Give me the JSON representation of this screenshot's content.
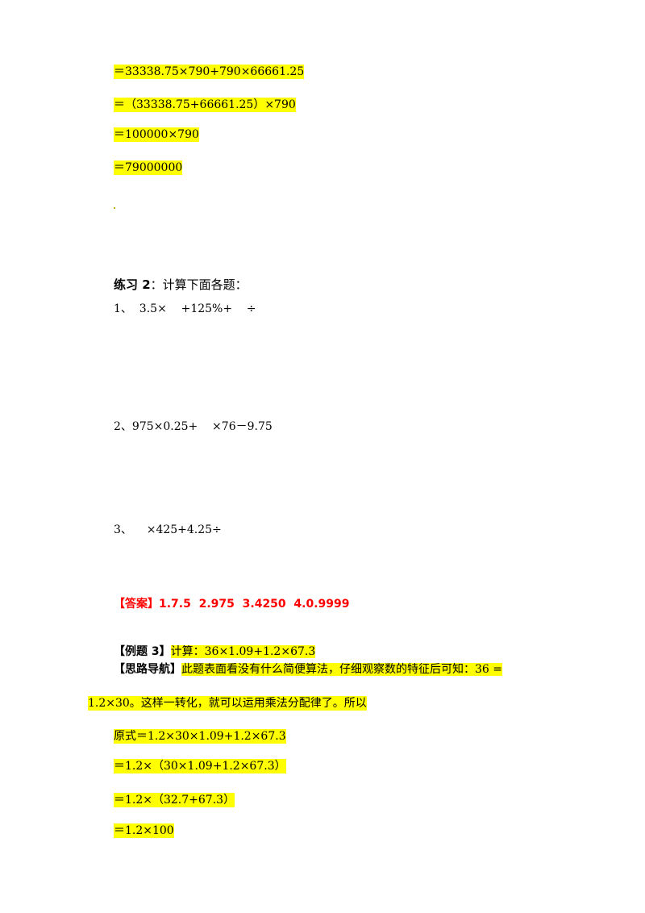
{
  "block1": [
    "＝33338.75×790+790×66661.25",
    "＝（33338.75+66661.25）×790",
    "＝100000×790",
    "＝79000000"
  ],
  "practice2": {
    "title_bold": "练习 2",
    "title_rest": "：计算下面各题：",
    "q1": "1、  3.5×    +125%+    ÷",
    "q2": "2、975×0.25+    ×76－9.75",
    "q3": "3、    ×425+4.25÷"
  },
  "answer": "【答案】1.7.5  2.975  3.4250  4.0.9999",
  "example3": {
    "label": "【例题 3】",
    "text": "计算：36×1.09+1.2×67.3"
  },
  "guide": {
    "label": "【思路导航】",
    "text_line1": "此题表面看没有什么简便算法，仔细观察数的特征后可知：36 =",
    "text_line2": "1.2×30。这样一转化，就可以运用乘法分配律了。所以"
  },
  "block2": [
    "原式＝1.2×30×1.09+1.2×67.3",
    "＝1.2×（30×1.09+1.2×67.3）",
    "＝1.2×（32.7+67.3）",
    "＝1.2×100"
  ],
  "colors": {
    "highlight": "#ffff00",
    "answer": "#ff0000"
  }
}
